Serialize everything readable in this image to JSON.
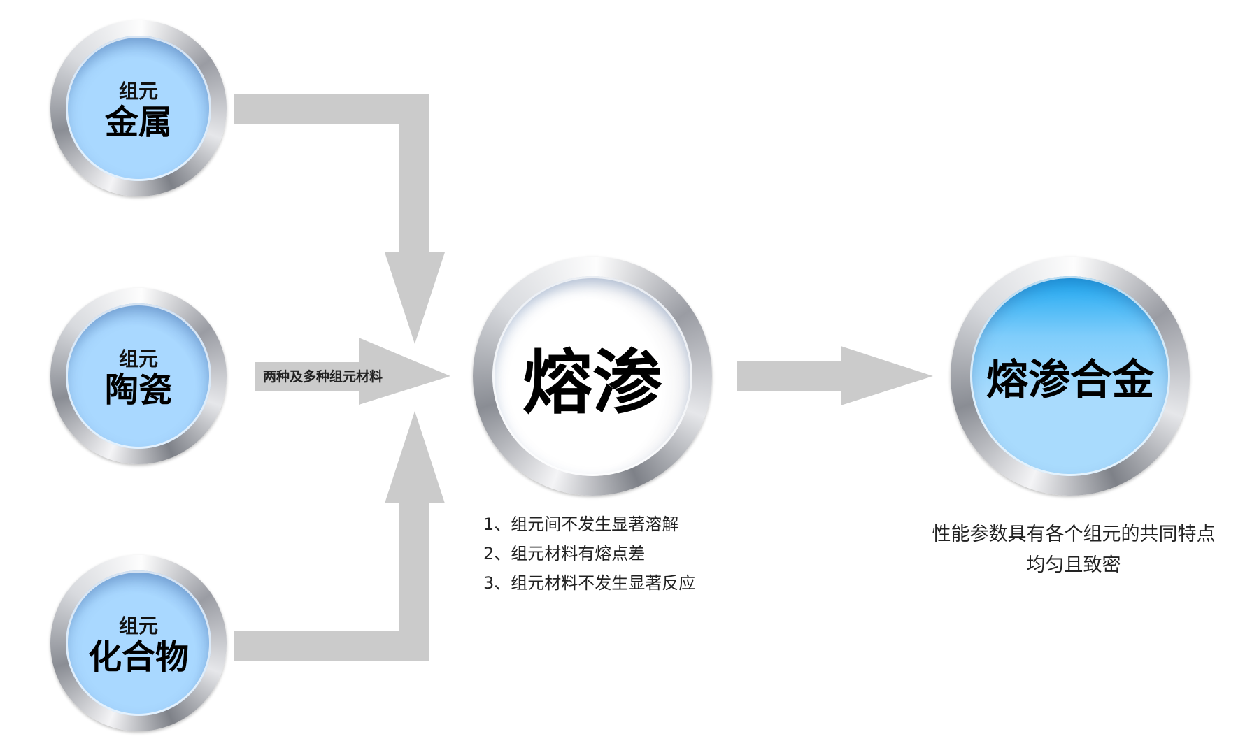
{
  "components": [
    {
      "sub": "组元",
      "main": "金属"
    },
    {
      "sub": "组元",
      "main": "陶瓷"
    },
    {
      "sub": "组元",
      "main": "化合物"
    }
  ],
  "arrow_label": "两种及多种组元材料",
  "process": "熔渗",
  "conditions": [
    "1、组元间不发生显著溶解",
    "2、组元材料有熔点差",
    "3、组元材料不发生显著反应"
  ],
  "result": "熔渗合金",
  "result_desc": [
    "性能参数具有各个组元的共同特点",
    "均匀且致密"
  ],
  "colors": {
    "arrow": "#cccccc",
    "circle_blue": "#a9d8ff"
  }
}
